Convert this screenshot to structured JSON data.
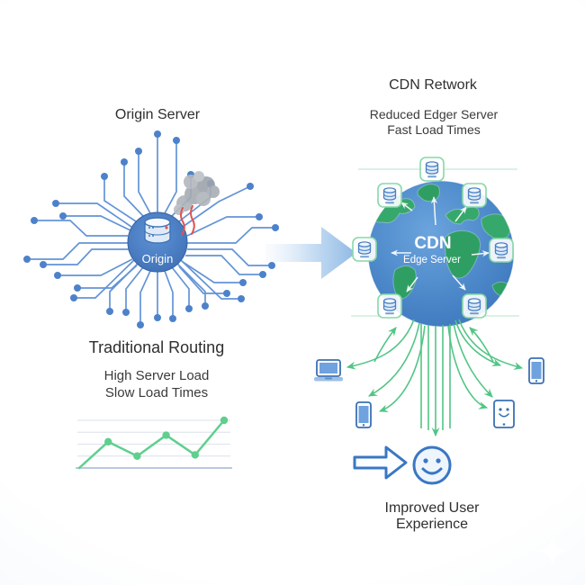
{
  "left_panel": {
    "title": "Origin Server",
    "node_label": "Origin",
    "section_title": "Traditional Routing",
    "caption_line1": "High Server Load",
    "caption_line2": "Slow Load Times"
  },
  "right_panel": {
    "title": "CDN Retwork",
    "caption_line1": "Reduced Edger Server",
    "caption_line2": "Fast Load Times",
    "globe_label": "CDN",
    "globe_sublabel": "Edge Server",
    "footer": "Improved User Experience"
  },
  "icons": {
    "origin": "database-icon",
    "edge_nodes": "database-icon",
    "overheat": "smoke-cloud-icon",
    "flow": "right-arrow-icon",
    "devices": [
      "laptop-icon",
      "smartphone-icon",
      "tablet-icon",
      "smiley-tablet-icon"
    ],
    "result": "smiley-face-icon",
    "decor": "sparkle-icon"
  },
  "colors": {
    "accent_blue": "#3a77c4",
    "circuit_blue": "#6394d6",
    "node_blue": "#4679bf",
    "stream_green": "#52c586",
    "chart_green": "#5fcf8e",
    "edge_box_green": "#86d8a8",
    "globe_ocean": "#4a86c8",
    "globe_land": "#2f9e63",
    "smoke_gray": "#a8adb3",
    "alert_red": "#e05252"
  },
  "chart_data": {
    "type": "line",
    "title": "",
    "xlabel": "",
    "ylabel": "",
    "x": [
      0,
      1,
      2,
      3,
      4,
      5
    ],
    "values": [
      0,
      2.2,
      1.0,
      2.75,
      1.1,
      4.0
    ],
    "ylim": [
      0,
      4
    ],
    "grid": true,
    "legend": "none",
    "line_color": "#5fcf8e"
  }
}
